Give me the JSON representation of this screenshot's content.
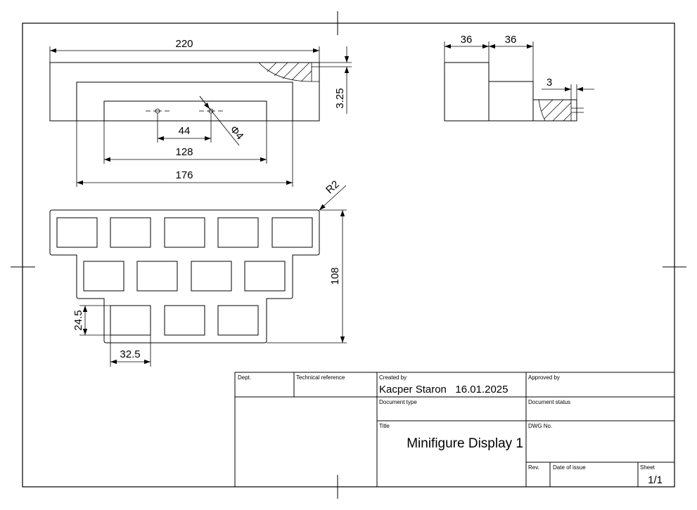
{
  "views": {
    "front": {
      "dims": {
        "overall_width": "220",
        "step_height": "3.25",
        "hole_spacing": "44",
        "slot_width": "128",
        "inner_width": "176",
        "hole_diameter": "Φ4"
      }
    },
    "side": {
      "dims": {
        "upper_width": "36",
        "lower_width": "36",
        "offset": "3"
      }
    },
    "top": {
      "dims": {
        "corner_radius": "R2",
        "total_height": "108",
        "pocket_height": "24.5",
        "pocket_width": "32.5"
      },
      "rows": [
        5,
        4,
        3
      ]
    }
  },
  "title_block": {
    "dept_label": "Dept.",
    "tech_ref_label": "Technical reference",
    "created_by_label": "Created by",
    "created_by_value": "Kacper Staron   16.01.2025",
    "approved_by_label": "Approved by",
    "doc_type_label": "Document type",
    "doc_status_label": "Document status",
    "title_label": "Title",
    "title_value": "Minifigure Display 1",
    "dwg_no_label": "DWG No.",
    "rev_label": "Rev.",
    "date_issue_label": "Date of issue",
    "sheet_label": "Sheet",
    "sheet_value": "1/1"
  }
}
